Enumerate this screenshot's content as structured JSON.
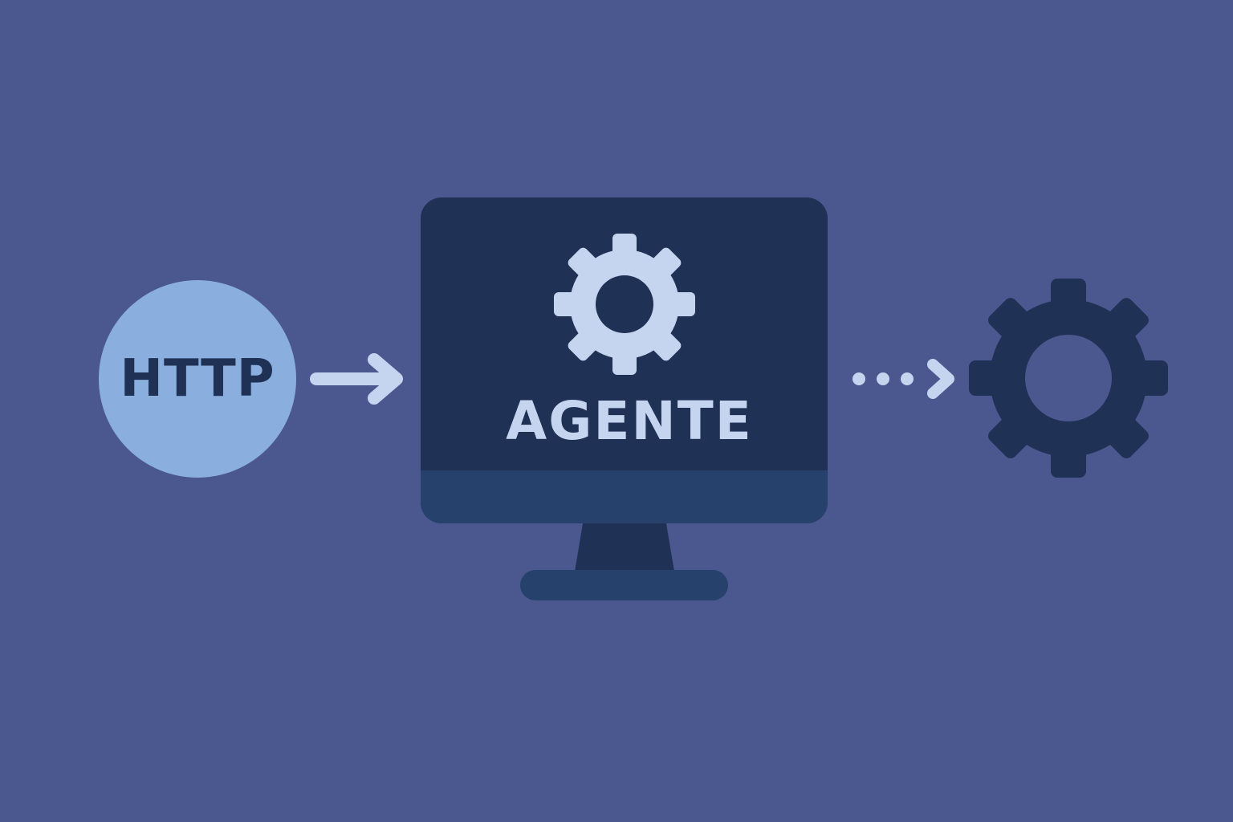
{
  "diagram": {
    "source": {
      "label": "HTTP",
      "icon": "circle-badge"
    },
    "connector_1": {
      "style": "solid",
      "icon": "arrow-right-icon"
    },
    "agent": {
      "label": "AGENTE",
      "icon": "gear-icon",
      "container_icon": "monitor-icon"
    },
    "connector_2": {
      "style": "dotted",
      "icon": "dotted-arrow-right-icon"
    },
    "target": {
      "icon": "gear-icon"
    }
  },
  "colors": {
    "background": "#4a588f",
    "http_circle": "#8aaedd",
    "dark_navy": "#1f3155",
    "monitor_bar": "#27416d",
    "light_text": "#c6d5ef"
  }
}
